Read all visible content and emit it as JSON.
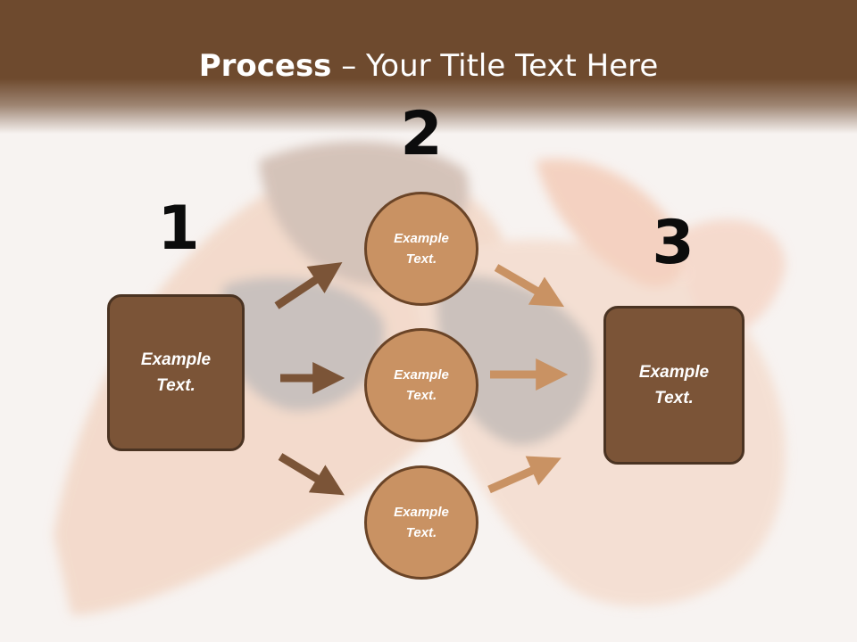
{
  "title": {
    "bold": "Process",
    "rest": " – Your Title Text Here"
  },
  "steps": {
    "one": "1",
    "two": "2",
    "three": "3"
  },
  "left_box": {
    "label": "Example\nText."
  },
  "circles": [
    {
      "label": "Example\nText."
    },
    {
      "label": "Example\nText."
    },
    {
      "label": "Example\nText."
    }
  ],
  "right_box": {
    "label": "Example\nText."
  },
  "colors": {
    "header": "#6e4a2e",
    "box_fill": "#7b5437",
    "circle_fill": "#c99263",
    "arrow_dark": "#7b5437",
    "arrow_light": "#c99263"
  }
}
